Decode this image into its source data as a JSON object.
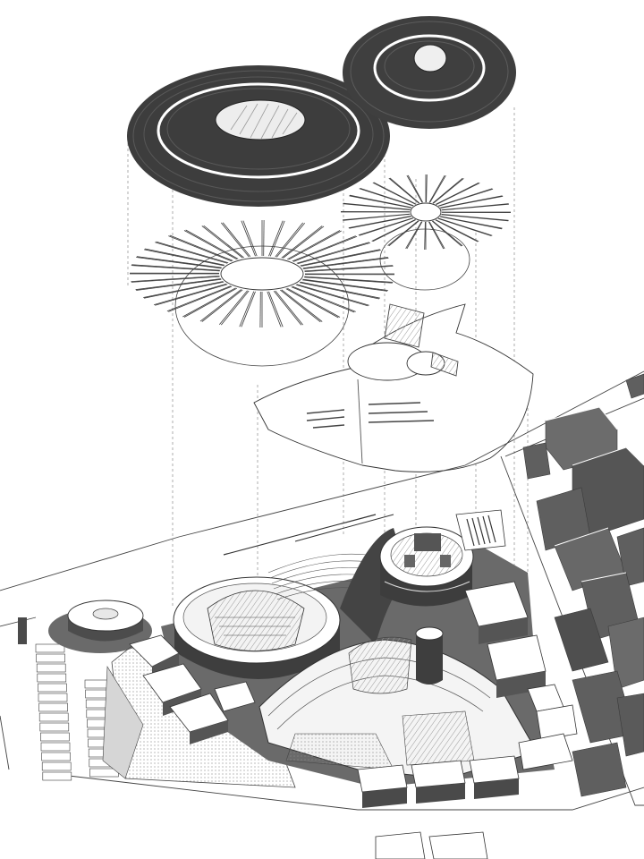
{
  "drawing": {
    "kind": "exploded axonometric architectural diagram",
    "style": "monochrome line drawing with grey poché",
    "colors": {
      "paper": "#ffffff",
      "line": "#2b2b2b",
      "roof_dark": "#3d3d3d",
      "roof_mid": "#6e6e6e",
      "shadow": "#6a6a6a",
      "light_fill": "#e9e9e9",
      "hatch": "#b9b9b9"
    },
    "layers": [
      "roof-shell-large",
      "roof-shell-small",
      "radial-structure-large",
      "radial-structure-small",
      "platform-plan",
      "ground-site-plan"
    ],
    "labels": []
  }
}
